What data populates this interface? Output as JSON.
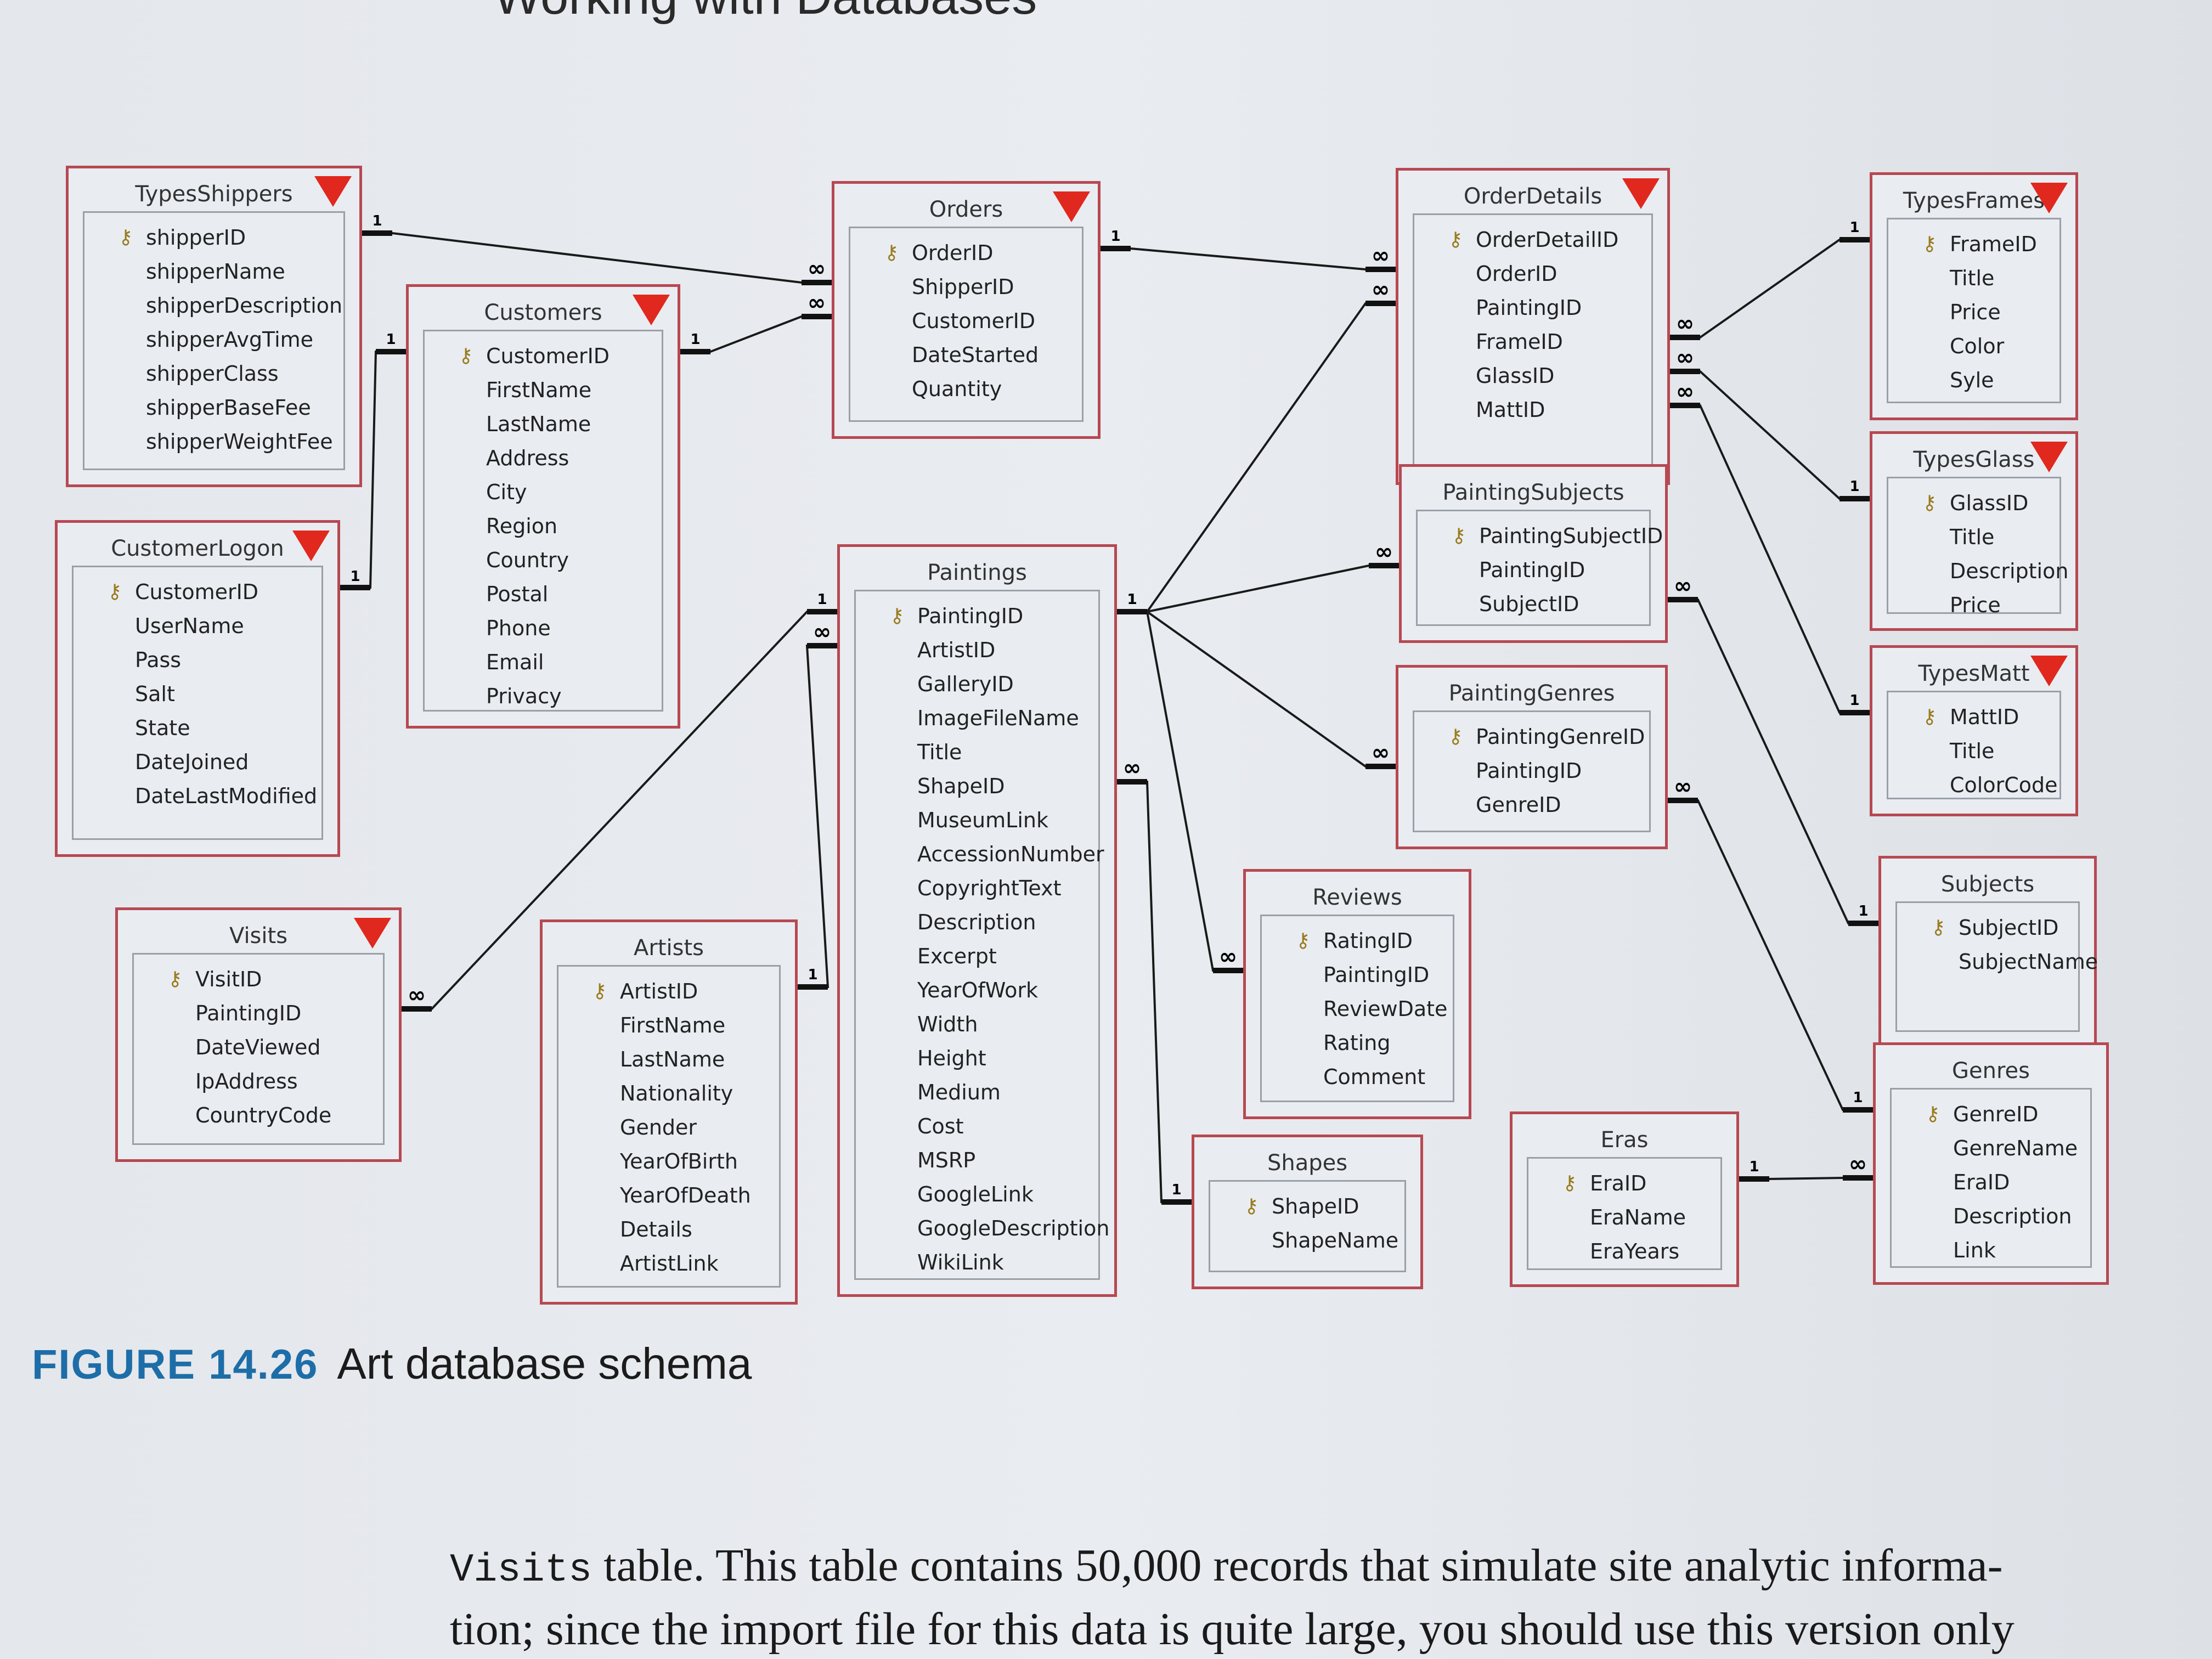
{
  "running_head": "Working with Databases",
  "figure": {
    "label": "FIGURE 14.26",
    "title": "Art database schema"
  },
  "body_text": {
    "code": "Visits",
    "line1_rest": " table. This table contains 50,000 records that simulate site analytic informa-",
    "line2": "tion; since the import file for this data is quite large, you should use this version only"
  },
  "colors": {
    "table_border": "#b74852",
    "triangle": "#e0281e",
    "caption_blue": "#1d6ea8"
  },
  "icons": {
    "primary_key": "key-icon",
    "table_menu": "triangle-down-icon"
  },
  "tables": {
    "TypesShippers": {
      "name": "TypesShippers",
      "menu": true,
      "fields": [
        {
          "name": "shipperID",
          "pk": true
        },
        {
          "name": "shipperName"
        },
        {
          "name": "shipperDescription"
        },
        {
          "name": "shipperAvgTime"
        },
        {
          "name": "shipperClass"
        },
        {
          "name": "shipperBaseFee"
        },
        {
          "name": "shipperWeightFee"
        }
      ]
    },
    "Customers": {
      "name": "Customers",
      "menu": true,
      "fields": [
        {
          "name": "CustomerID",
          "pk": true
        },
        {
          "name": "FirstName"
        },
        {
          "name": "LastName"
        },
        {
          "name": "Address"
        },
        {
          "name": "City"
        },
        {
          "name": "Region"
        },
        {
          "name": "Country"
        },
        {
          "name": "Postal"
        },
        {
          "name": "Phone"
        },
        {
          "name": "Email"
        },
        {
          "name": "Privacy"
        }
      ]
    },
    "CustomerLogon": {
      "name": "CustomerLogon",
      "menu": true,
      "fields": [
        {
          "name": "CustomerID",
          "pk": true
        },
        {
          "name": "UserName"
        },
        {
          "name": "Pass"
        },
        {
          "name": "Salt"
        },
        {
          "name": "State"
        },
        {
          "name": "DateJoined"
        },
        {
          "name": "DateLastModified"
        }
      ]
    },
    "Orders": {
      "name": "Orders",
      "menu": true,
      "fields": [
        {
          "name": "OrderID",
          "pk": true
        },
        {
          "name": "ShipperID"
        },
        {
          "name": "CustomerID"
        },
        {
          "name": "DateStarted"
        },
        {
          "name": "Quantity"
        }
      ]
    },
    "OrderDetails": {
      "name": "OrderDetails",
      "menu": true,
      "fields": [
        {
          "name": "OrderDetailID",
          "pk": true
        },
        {
          "name": "OrderID"
        },
        {
          "name": "PaintingID"
        },
        {
          "name": "FrameID"
        },
        {
          "name": "GlassID"
        },
        {
          "name": "MattID"
        }
      ]
    },
    "TypesFrames": {
      "name": "TypesFrames",
      "menu": true,
      "fields": [
        {
          "name": "FrameID",
          "pk": true
        },
        {
          "name": "Title"
        },
        {
          "name": "Price"
        },
        {
          "name": "Color"
        },
        {
          "name": "Syle"
        }
      ]
    },
    "TypesGlass": {
      "name": "TypesGlass",
      "menu": true,
      "fields": [
        {
          "name": "GlassID",
          "pk": true
        },
        {
          "name": "Title"
        },
        {
          "name": "Description"
        },
        {
          "name": "Price"
        }
      ]
    },
    "TypesMatt": {
      "name": "TypesMatt",
      "menu": true,
      "fields": [
        {
          "name": "MattID",
          "pk": true
        },
        {
          "name": "Title"
        },
        {
          "name": "ColorCode"
        }
      ]
    },
    "PaintingSubjects": {
      "name": "PaintingSubjects",
      "menu": false,
      "fields": [
        {
          "name": "PaintingSubjectID",
          "pk": true
        },
        {
          "name": "PaintingID"
        },
        {
          "name": "SubjectID"
        }
      ]
    },
    "PaintingGenres": {
      "name": "PaintingGenres",
      "menu": false,
      "fields": [
        {
          "name": "PaintingGenreID",
          "pk": true
        },
        {
          "name": "PaintingID"
        },
        {
          "name": "GenreID"
        }
      ]
    },
    "Paintings": {
      "name": "Paintings",
      "menu": false,
      "fields": [
        {
          "name": "PaintingID",
          "pk": true
        },
        {
          "name": "ArtistID"
        },
        {
          "name": "GalleryID"
        },
        {
          "name": "ImageFileName"
        },
        {
          "name": "Title"
        },
        {
          "name": "ShapeID"
        },
        {
          "name": "MuseumLink"
        },
        {
          "name": "AccessionNumber"
        },
        {
          "name": "CopyrightText"
        },
        {
          "name": "Description"
        },
        {
          "name": "Excerpt"
        },
        {
          "name": "YearOfWork"
        },
        {
          "name": "Width"
        },
        {
          "name": "Height"
        },
        {
          "name": "Medium"
        },
        {
          "name": "Cost"
        },
        {
          "name": "MSRP"
        },
        {
          "name": "GoogleLink"
        },
        {
          "name": "GoogleDescription"
        },
        {
          "name": "WikiLink"
        }
      ]
    },
    "Visits": {
      "name": "Visits",
      "menu": true,
      "fields": [
        {
          "name": "VisitID",
          "pk": true
        },
        {
          "name": "PaintingID"
        },
        {
          "name": "DateViewed"
        },
        {
          "name": "IpAddress"
        },
        {
          "name": "CountryCode"
        }
      ]
    },
    "Artists": {
      "name": "Artists",
      "menu": false,
      "fields": [
        {
          "name": "ArtistID",
          "pk": true
        },
        {
          "name": "FirstName"
        },
        {
          "name": "LastName"
        },
        {
          "name": "Nationality"
        },
        {
          "name": "Gender"
        },
        {
          "name": "YearOfBirth"
        },
        {
          "name": "YearOfDeath"
        },
        {
          "name": "Details"
        },
        {
          "name": "ArtistLink"
        }
      ]
    },
    "Reviews": {
      "name": "Reviews",
      "menu": false,
      "fields": [
        {
          "name": "RatingID",
          "pk": true
        },
        {
          "name": "PaintingID"
        },
        {
          "name": "ReviewDate"
        },
        {
          "name": "Rating"
        },
        {
          "name": "Comment"
        }
      ]
    },
    "Shapes": {
      "name": "Shapes",
      "menu": false,
      "fields": [
        {
          "name": "ShapeID",
          "pk": true
        },
        {
          "name": "ShapeName"
        }
      ]
    },
    "Eras": {
      "name": "Eras",
      "menu": false,
      "fields": [
        {
          "name": "EraID",
          "pk": true
        },
        {
          "name": "EraName"
        },
        {
          "name": "EraYears"
        }
      ]
    },
    "Subjects": {
      "name": "Subjects",
      "menu": false,
      "fields": [
        {
          "name": "SubjectID",
          "pk": true
        },
        {
          "name": "SubjectName"
        }
      ]
    },
    "Genres": {
      "name": "Genres",
      "menu": false,
      "fields": [
        {
          "name": "GenreID",
          "pk": true
        },
        {
          "name": "GenreName"
        },
        {
          "name": "EraID"
        },
        {
          "name": "Description"
        },
        {
          "name": "Link"
        }
      ]
    }
  },
  "relationships": [
    {
      "from": "TypesShippers.shipperID",
      "to": "Orders.ShipperID",
      "one": "1",
      "many": "∞"
    },
    {
      "from": "Customers.CustomerID",
      "to": "Orders.CustomerID",
      "one": "1",
      "many": "∞"
    },
    {
      "from": "Customers.CustomerID",
      "to": "CustomerLogon.CustomerID",
      "one": "1",
      "other": "1"
    },
    {
      "from": "Orders.OrderID",
      "to": "OrderDetails.OrderID",
      "one": "1",
      "many": "∞"
    },
    {
      "from": "Paintings.PaintingID",
      "to": "OrderDetails.PaintingID",
      "one": "1",
      "many": "∞"
    },
    {
      "from": "TypesFrames.FrameID",
      "to": "OrderDetails.FrameID",
      "one": "1",
      "many": "∞"
    },
    {
      "from": "TypesGlass.GlassID",
      "to": "OrderDetails.GlassID",
      "one": "1",
      "many": "∞"
    },
    {
      "from": "TypesMatt.MattID",
      "to": "OrderDetails.MattID",
      "one": "1",
      "many": "∞"
    },
    {
      "from": "Paintings.PaintingID",
      "to": "PaintingSubjects.PaintingID",
      "one": "1",
      "many": "∞"
    },
    {
      "from": "Paintings.PaintingID",
      "to": "PaintingGenres.PaintingID",
      "one": "1",
      "many": "∞"
    },
    {
      "from": "Paintings.PaintingID",
      "to": "Reviews.PaintingID",
      "one": "1",
      "many": "∞"
    },
    {
      "from": "Paintings.PaintingID",
      "to": "Visits.PaintingID",
      "one": "1",
      "many": "∞"
    },
    {
      "from": "Artists.ArtistID",
      "to": "Paintings.ArtistID",
      "one": "1",
      "many": "∞"
    },
    {
      "from": "Shapes.ShapeID",
      "to": "Paintings.ShapeID",
      "one": "1",
      "many": "∞"
    },
    {
      "from": "Subjects.SubjectID",
      "to": "PaintingSubjects.SubjectID",
      "one": "1",
      "many": "∞"
    },
    {
      "from": "Genres.GenreID",
      "to": "PaintingGenres.GenreID",
      "one": "1",
      "many": "∞"
    },
    {
      "from": "Eras.EraID",
      "to": "Genres.EraID",
      "one": "1",
      "many": "∞"
    }
  ]
}
